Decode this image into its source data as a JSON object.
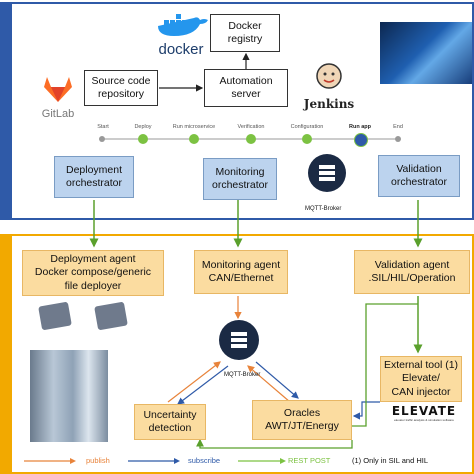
{
  "top_panel": {
    "logos": {
      "docker": "docker",
      "gitlab": "GitLab",
      "jenkins": "Jenkins"
    },
    "boxes": {
      "docker_registry": "Docker\nregistry",
      "source_repo": "Source code\nrepository",
      "automation_server": "Automation\nserver",
      "deployment_orchestrator": "Deployment\norchestrator",
      "monitoring_orchestrator": "Monitoring\norchestrator",
      "validation_orchestrator": "Validation\norchestrator"
    },
    "pipeline_stages": [
      "Start",
      "Deploy",
      "Run microservice",
      "Verification",
      "Configuration",
      "Run app",
      "End"
    ],
    "mqtt_label": "MQTT-Broker"
  },
  "bottom_panel": {
    "boxes": {
      "deployment_agent": "Deployment agent\nDocker compose/generic\nfile deployer",
      "monitoring_agent": "Monitoring agent\nCAN/Ethernet",
      "validation_agent": "Validation agent\n.SIL/HIL/Operation",
      "uncertainty": "Uncertainty\ndetection",
      "oracles": "Oracles\nAWT/JT/Energy",
      "external_tool": "External tool (1)\nElevate/\nCAN injector"
    },
    "mqtt_label": "MQTT-Broker",
    "elevate_logo": "ELEVATE",
    "elevate_tagline": "elevator traffic analysis & simulation software"
  },
  "legend": {
    "publish": "publish",
    "subscribe": "subscribe",
    "rest_post": "REST POST",
    "note": "(1) Only in SIL and HIL"
  },
  "colors": {
    "top_border": "#2f5aa8",
    "bottom_border": "#f2a900",
    "publish": "#e8833a",
    "subscribe": "#2f5aa8",
    "rest": "#7cc242"
  }
}
